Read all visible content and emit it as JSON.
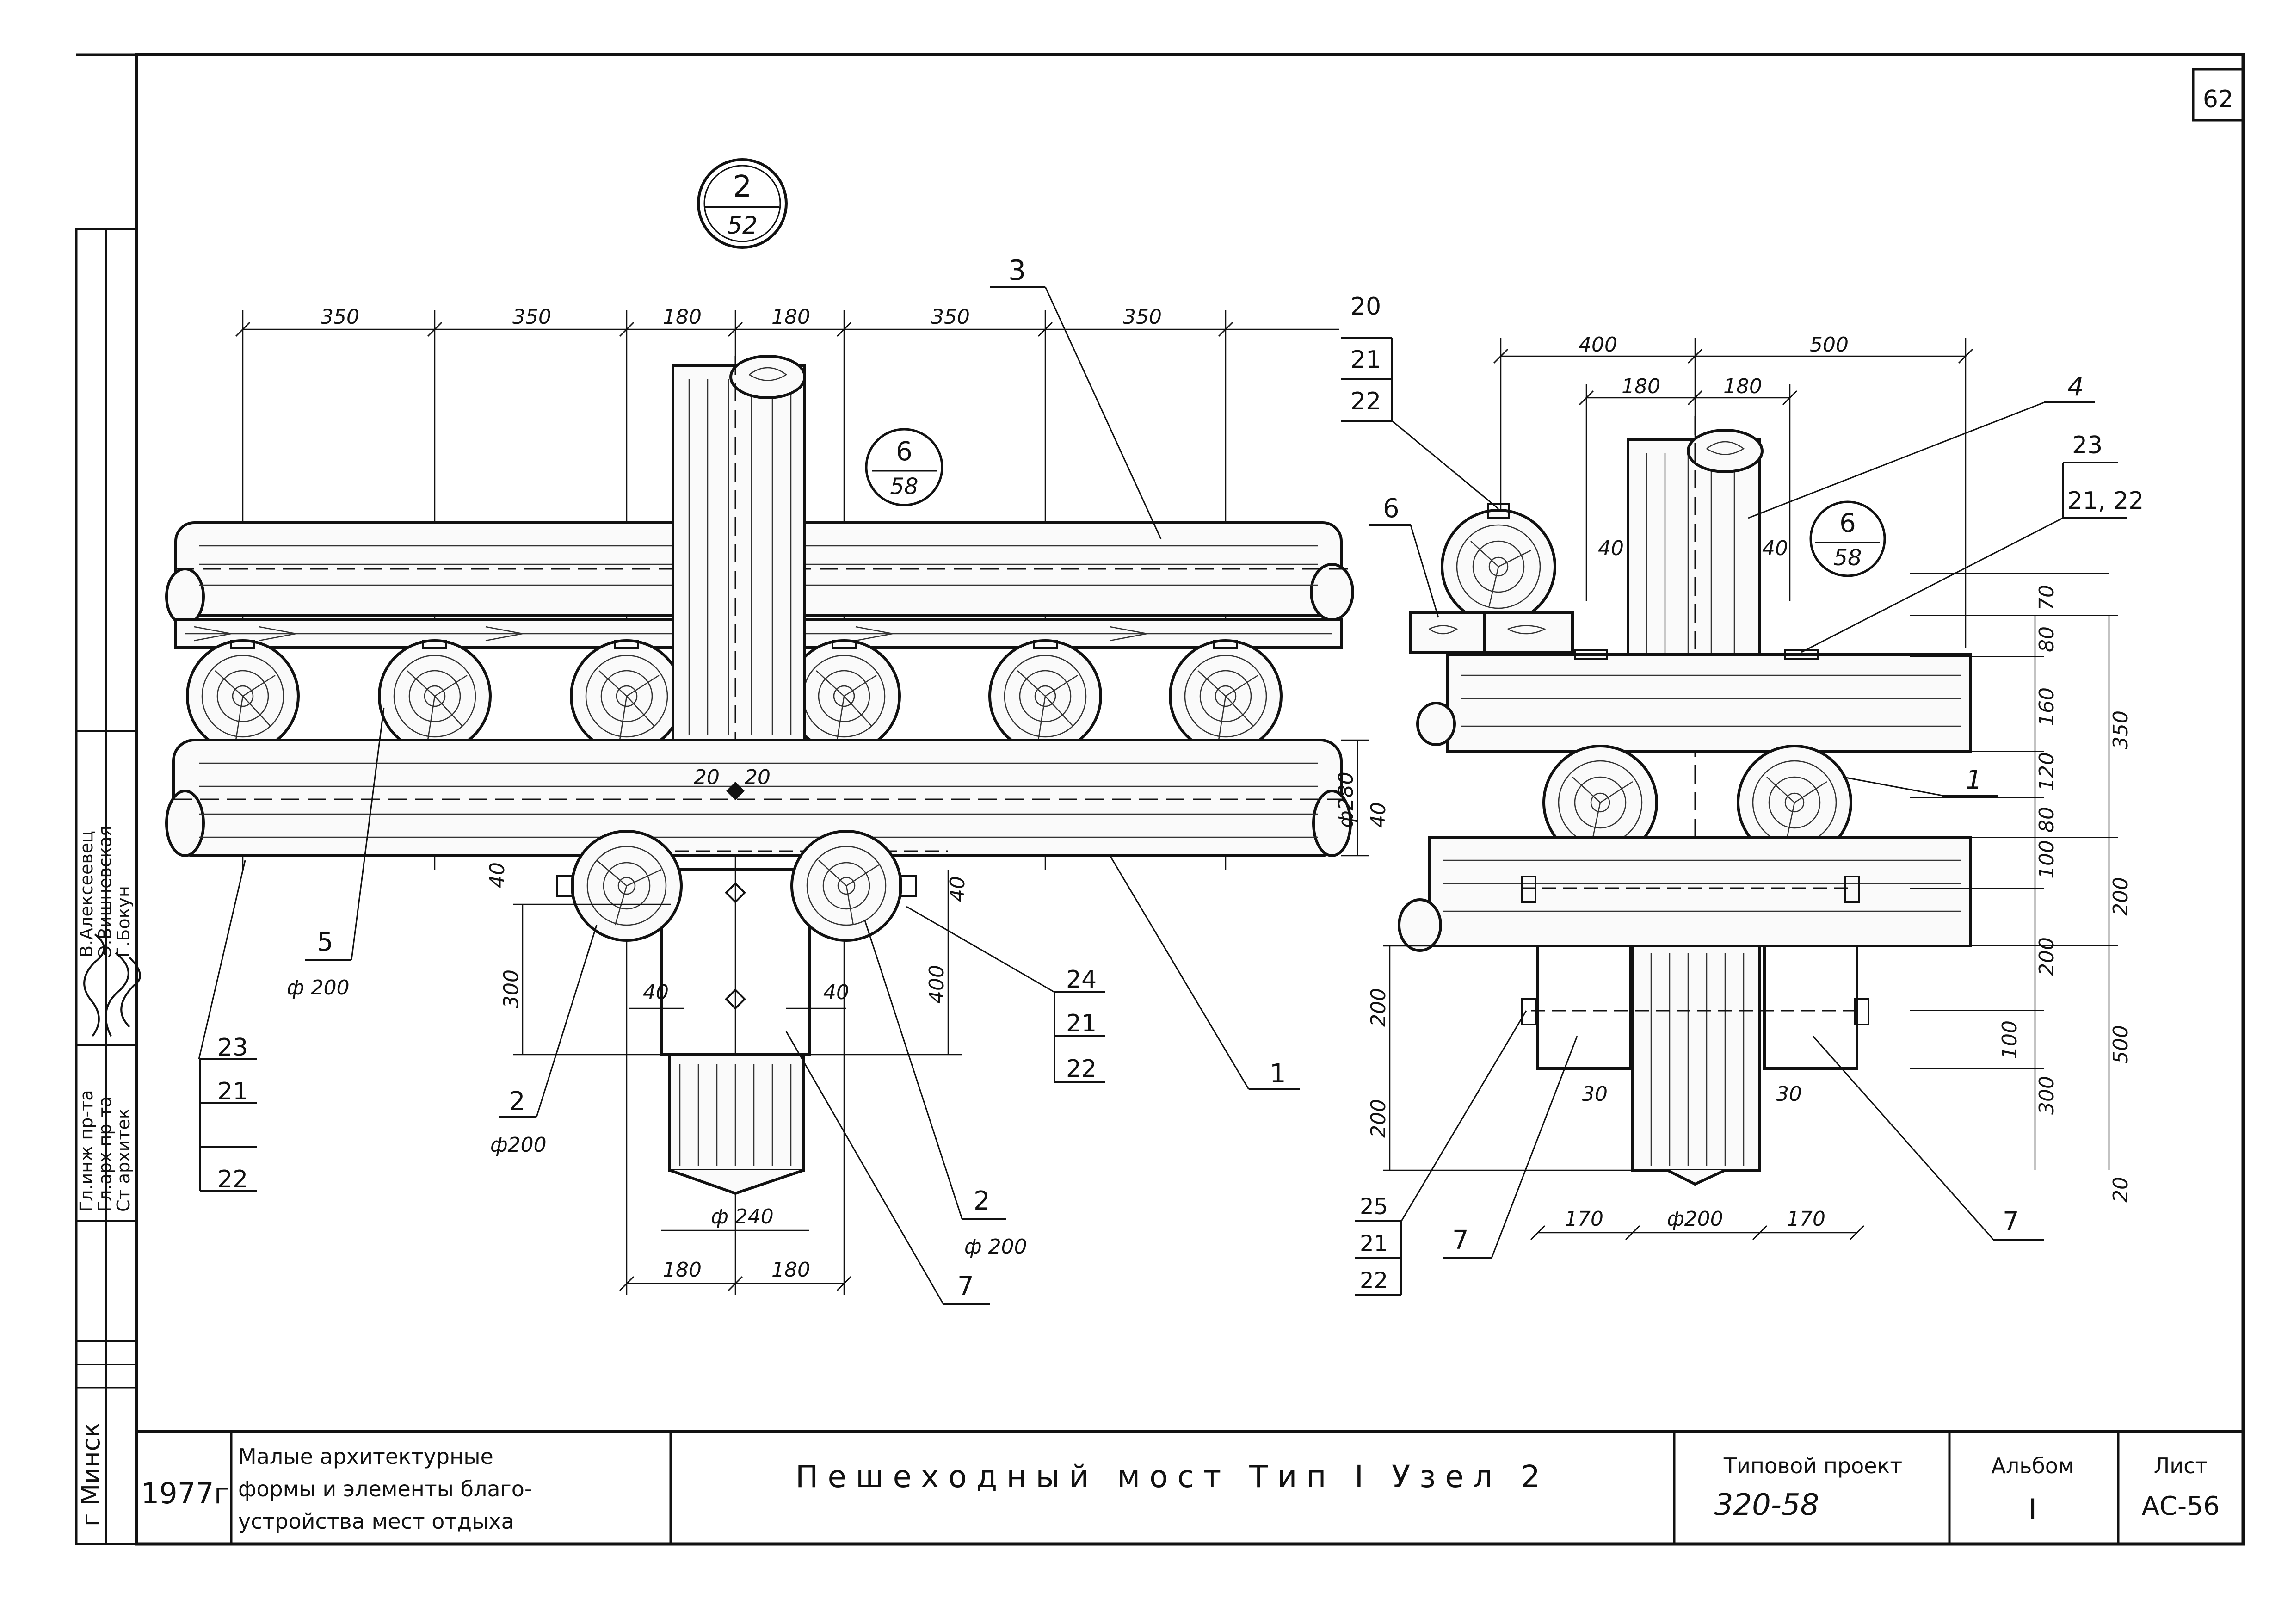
{
  "sheet": {
    "number": "62"
  },
  "callouts": {
    "main_top": {
      "top": "2",
      "bottom": "52"
    },
    "left_ref": {
      "top": "6",
      "bottom": "58"
    },
    "right_ref": {
      "top": "6",
      "bottom": "58"
    }
  },
  "left_view": {
    "top_dims": [
      "350",
      "350",
      "180",
      "180",
      "350",
      "350"
    ],
    "small_dims": [
      "20",
      "20"
    ],
    "side_dims": {
      "phi280": "ф280",
      "d40": "40",
      "d40b": "40",
      "d300": "300",
      "d400": "400",
      "d40c": "40",
      "d40d": "40"
    },
    "bottom_dims": {
      "phi240": "ф 240",
      "d180a": "180",
      "d180b": "180"
    },
    "labels": {
      "l3": "3",
      "l1": "1",
      "l5": "5",
      "l5_dia": "ф 200",
      "l2a": "2",
      "l2a_dia": "ф200",
      "l2b": "2",
      "l2b_dia": "ф 200",
      "l7": "7",
      "stack_23": [
        "23",
        "21",
        "22"
      ],
      "stack_24": [
        "24",
        "21",
        "22"
      ]
    }
  },
  "right_view": {
    "top_dims": [
      "400",
      "500",
      "180",
      "180"
    ],
    "inner_dims": [
      "40",
      "40"
    ],
    "right_dims": [
      "70",
      "80",
      "160",
      "120",
      "80",
      "100",
      "200",
      "100",
      "300",
      "20"
    ],
    "right_dims_outer": [
      "350",
      "200",
      "500"
    ],
    "left_dims": [
      "40",
      "200",
      "200"
    ],
    "bottom_dims": [
      "170",
      "ф200",
      "170"
    ],
    "gap_dims": [
      "30",
      "30"
    ],
    "labels": {
      "l4": "4",
      "l6": "6",
      "l1": "1",
      "l7a": "7",
      "l7b": "7",
      "stack_20": [
        "20",
        "21",
        "22"
      ],
      "stack_23": [
        "23",
        "21, 22"
      ],
      "stack_25": [
        "25",
        "21",
        "22"
      ]
    }
  },
  "side_stamp": {
    "rows": [
      {
        "role": "Гл.инж пр-та",
        "name": "В.Алексеевец"
      },
      {
        "role": "Гл.арх пр-та",
        "name": "Э.Вишневская"
      },
      {
        "role": "Ст архитек",
        "name": "Г.Бокун"
      }
    ],
    "city": "г Минск"
  },
  "title_block": {
    "year": "1977г",
    "org_line1": "Малые архитектурные",
    "org_line2": "формы и элементы благо-",
    "org_line3": "устройства мест отдыха",
    "title": "Пешеходный мост Тип I Узел 2",
    "project_label": "Типовой проект",
    "project_number": "320-58",
    "album_label": "Альбом",
    "album_value": "I",
    "sheet_label": "Лист",
    "sheet_value": "АС-56"
  }
}
